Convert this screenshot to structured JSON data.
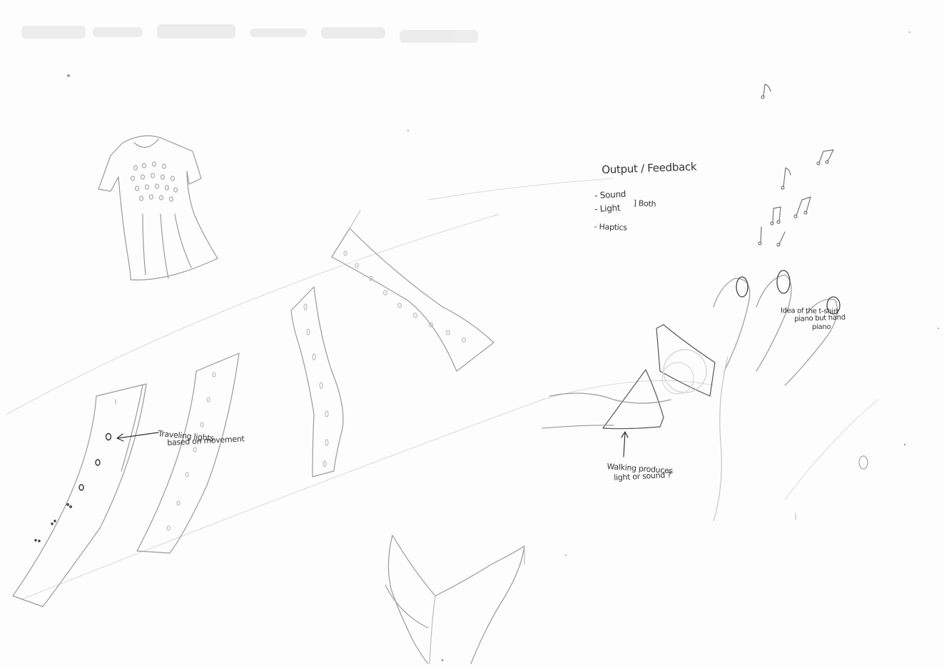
{
  "sheet": {
    "ink_color": "#333333",
    "faint_color": "#9a9a9a",
    "paper_color": "#fdfdfd"
  },
  "notes": {
    "output_title": "Output / Feedback",
    "sound": "- Sound",
    "light": "- Light",
    "both": "] Both",
    "haptics": "- Haptics",
    "traveling_line1": "Traveling lights",
    "traveling_line2": "based on movement",
    "walking_line1": "Walking produces",
    "walking_line2": "light or sound ?",
    "piano_line1": "Idea of the t-shirt",
    "piano_line2": "piano but hand",
    "piano_line3": "piano"
  },
  "icons": [
    "dress-sketch",
    "wristband-sketch",
    "glove-sketch",
    "music-note-icon",
    "arrow-icon",
    "shoe-sketch"
  ]
}
